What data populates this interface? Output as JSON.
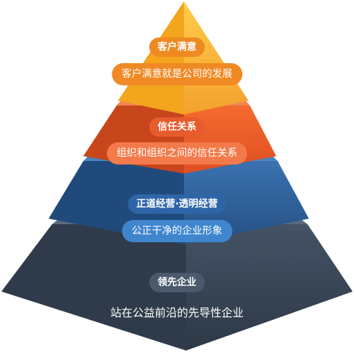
{
  "tiers": [
    {
      "title": "客户满意",
      "subtitle": "客户满意就是公司的发展",
      "color_front": "#f7a321",
      "color_side": "#d98613",
      "pill": "#f08a24"
    },
    {
      "title": "信任关系",
      "subtitle": "组织和组织之间的信任关系",
      "color_front": "#ec5f2a",
      "color_side": "#c94419",
      "pill": "#f37a4a"
    },
    {
      "title": "正道经营·透明经营",
      "subtitle": "公正干净的企业形象",
      "color_front": "#2f5f96",
      "color_side": "#1f4675",
      "pill": "#3f86cf"
    },
    {
      "title": "领先企业",
      "subtitle": "站在公益前沿的先导性企业",
      "color_front": "#3c4a5c",
      "color_side": "#2a3544",
      "pill": "#4a596c"
    }
  ]
}
